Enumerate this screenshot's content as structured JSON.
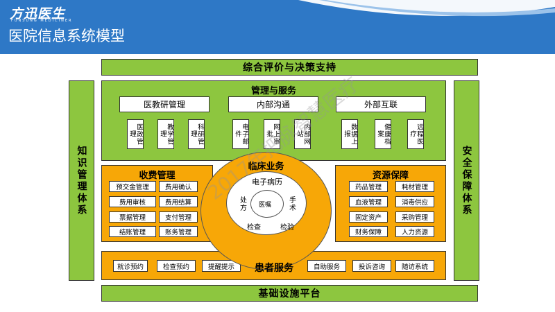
{
  "header": {
    "logo": "方迅医生",
    "logo_sub": "FUNSUNG MEDICINER",
    "title": "医院信息系统模型"
  },
  "top_bar": "综合评价与决策支持",
  "bottom_bar": "基础设施平台",
  "left_side": "知识管理体系",
  "right_side": "安全保障体系",
  "management": {
    "title": "管理与服务",
    "groups": [
      {
        "label": "医教研管理",
        "items": [
          "医政管理",
          "教学管理",
          "科研管理"
        ]
      },
      {
        "label": "内部沟通",
        "items": [
          "电子邮件",
          "网上审批",
          "内部网站"
        ]
      },
      {
        "label": "外部互联",
        "items": [
          "数据上报",
          "健康档案",
          "远程医疗"
        ]
      }
    ]
  },
  "charge": {
    "title": "收费管理",
    "items": [
      "预交金管理",
      "费用确认",
      "费用审核",
      "费用结算",
      "票据管理",
      "支付管理",
      "结账管理",
      "账务管理"
    ]
  },
  "resource": {
    "title": "资源保障",
    "items": [
      "药品管理",
      "耗材管理",
      "血液管理",
      "消毒供应",
      "固定资产",
      "采购管理",
      "财务保障",
      "人力资源"
    ]
  },
  "clinical": {
    "title": "临床业务",
    "emr": "电子病历",
    "prescription": "处方",
    "surgery": "手术",
    "order": "医嘱",
    "exam": "检查",
    "lab": "检验"
  },
  "patient": {
    "title": "患者服务",
    "left_items": [
      "就诊预约",
      "检查预约",
      "提醒提示"
    ],
    "right_items": [
      "自助服务",
      "投诉咨询",
      "随访系统"
    ]
  },
  "watermark": "2017年把脉智慧医疗",
  "colors": {
    "header": "#2e78c6",
    "green": "#8dc63f",
    "orange": "#f7a707"
  }
}
